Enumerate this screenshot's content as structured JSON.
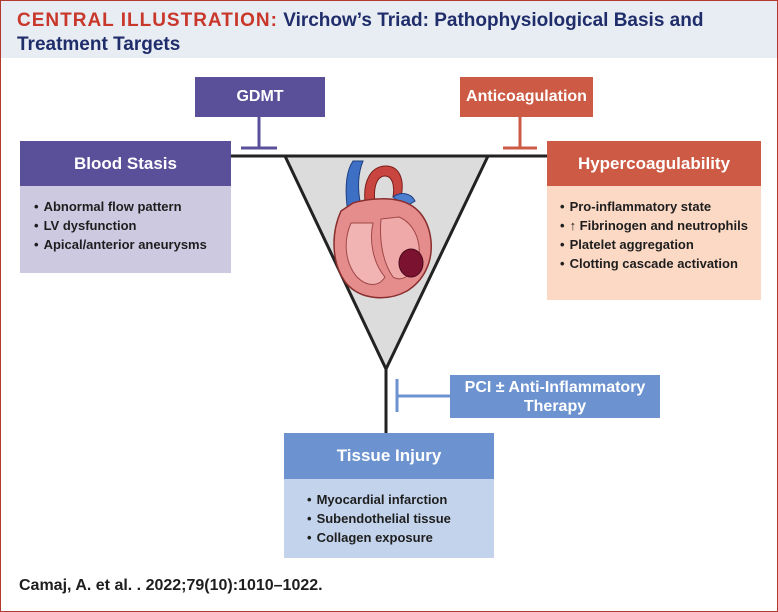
{
  "header": {
    "label": "CENTRAL ILLUSTRATION:",
    "title_line1": "Virchow’s Triad: Pathophysiological Basis and",
    "title_line2": "Treatment Targets"
  },
  "treatments": {
    "gdmt": "GDMT",
    "anticoagulation": "Anticoagulation",
    "pci_line1": "PCI ± Anti-Inflammatory",
    "pci_line2": "Therapy"
  },
  "blood_stasis": {
    "title": "Blood Stasis",
    "items": [
      "Abnormal flow pattern",
      "LV dysfunction",
      "Apical/anterior aneurysms"
    ]
  },
  "hypercoagulability": {
    "title": "Hypercoagulability",
    "items": [
      "Pro-inflammatory state",
      "↑ Fibrinogen and neutrophils",
      "Platelet aggregation",
      "Clotting cascade activation"
    ]
  },
  "tissue_injury": {
    "title": "Tissue Injury",
    "items": [
      "Myocardial infarction",
      "Subendothelial tissue",
      "Collagen exposure"
    ]
  },
  "citation": "Camaj, A. et al. . 2022;79(10):1010–1022.",
  "colors": {
    "stasis": "#5a4f99",
    "hyper": "#cc5a44",
    "tissue": "#6c93cf",
    "accent_red": "#c8372a",
    "navy": "#1f2d6b"
  }
}
